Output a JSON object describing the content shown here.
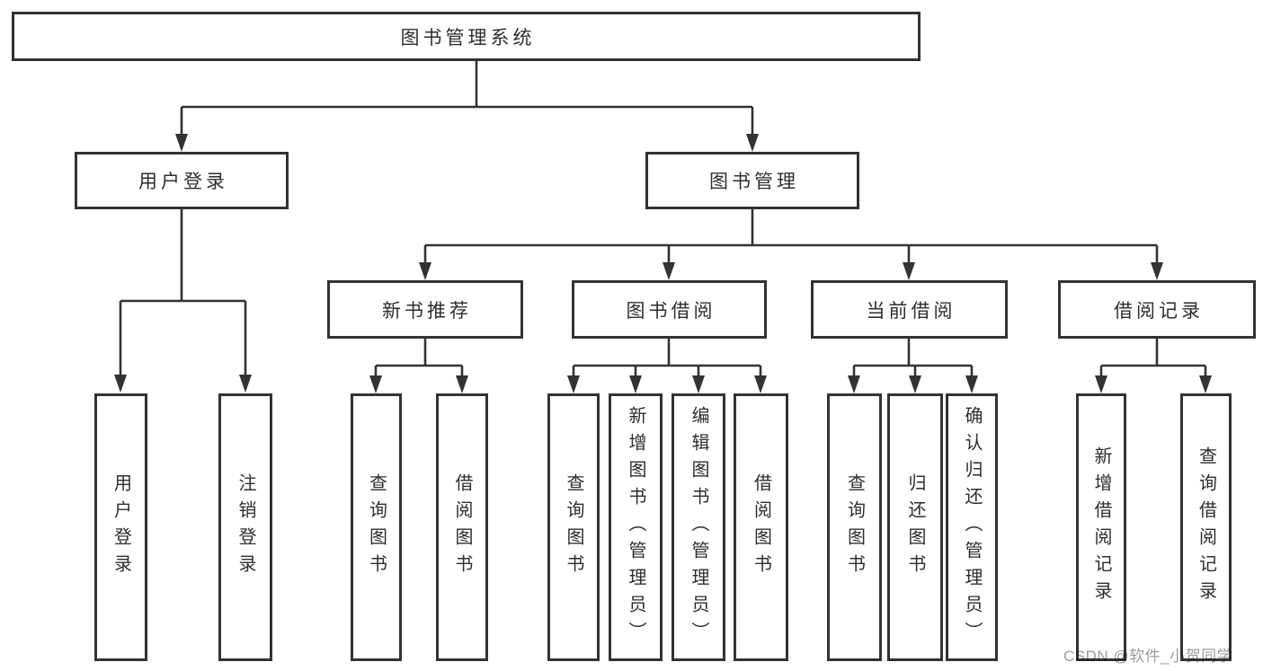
{
  "root": {
    "label": "图书管理系统"
  },
  "branches": [
    {
      "label": "用户登录"
    },
    {
      "label": "图书管理"
    }
  ],
  "modules": [
    {
      "label": "新书推荐",
      "parent": "图书管理"
    },
    {
      "label": "图书借阅",
      "parent": "图书管理"
    },
    {
      "label": "当前借阅",
      "parent": "图书管理"
    },
    {
      "label": "借阅记录",
      "parent": "图书管理"
    }
  ],
  "leaves": [
    {
      "label": "用户登录",
      "parent": "用户登录"
    },
    {
      "label": "注销登录",
      "parent": "用户登录"
    },
    {
      "label": "查询图书",
      "parent": "新书推荐"
    },
    {
      "label": "借阅图书",
      "parent": "新书推荐"
    },
    {
      "label": "查询图书",
      "parent": "图书借阅"
    },
    {
      "label": "新增图书（管理员）",
      "parent": "图书借阅"
    },
    {
      "label": "编辑图书（管理员）",
      "parent": "图书借阅"
    },
    {
      "label": "借阅图书",
      "parent": "图书借阅"
    },
    {
      "label": "查询图书",
      "parent": "当前借阅"
    },
    {
      "label": "归还图书",
      "parent": "当前借阅"
    },
    {
      "label": "确认归还（管理员）",
      "parent": "当前借阅"
    },
    {
      "label": "新增借阅记录",
      "parent": "借阅记录"
    },
    {
      "label": "查询借阅记录",
      "parent": "借阅记录"
    }
  ],
  "watermark": "CSDN @软件_小贺同学",
  "colors": {
    "line": "#333333",
    "text": "#2e2e2e",
    "box_background": "#ffffff",
    "watermark": "#9c9c9c"
  }
}
